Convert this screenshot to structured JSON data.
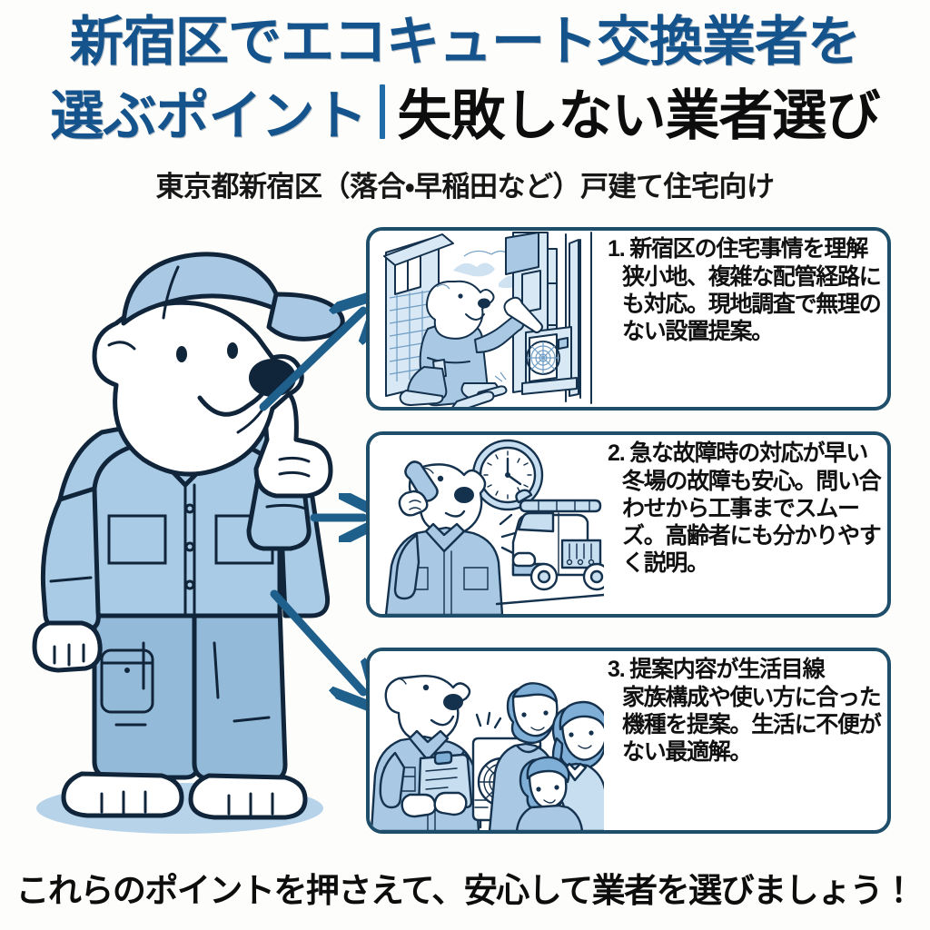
{
  "page": {
    "background_color": "#fdfdfb",
    "accent_blue": "#14538c",
    "card_border_color": "#1f4e6b",
    "arrow_color": "#1f5f8b",
    "illustration_fill": "#a8c8e4"
  },
  "header": {
    "title_line1": "新宿区でエコキュート交換業者を",
    "title_line2_left": "選ぶポイント",
    "title_divider": "|",
    "title_line2_right": "失敗しない業者選び",
    "subtitle": "東京都新宿区（落合・早稲田など）戸建て住宅向け"
  },
  "mascot": {
    "name": "polar-bear-technician",
    "description": "青い作業着とキャップを着た白クマが指を立てて指さしている",
    "cap_color": "#a8c8e4",
    "shirt_color": "#a9cbe6",
    "pants_color": "#94bada"
  },
  "arrows": [
    {
      "id": "arrow-to-card-1",
      "direction": "up-right"
    },
    {
      "id": "arrow-to-card-2",
      "direction": "right"
    },
    {
      "id": "arrow-to-card-3",
      "direction": "down-right"
    }
  ],
  "cards": [
    {
      "number": "1.",
      "heading": "新宿区の住宅事情を理解",
      "description": "狭小地、複雑な配管経路にも対応。現地調査で無理のない設置提案。",
      "illustration": "bear-technician-installing-heat-pump-in-narrow-alley"
    },
    {
      "number": "2.",
      "heading": "急な故障時の対応が早い",
      "description": "冬場の故障も安心。問い合わせから工事までスムーズ。高齢者にも分かりやすく説明。",
      "illustration": "bear-on-phone-with-clock-and-service-van"
    },
    {
      "number": "3.",
      "heading": "提案内容が生活目線",
      "description": "家族構成や使い方に合った機種を提案。生活に不便がない最適解。",
      "illustration": "bear-with-clipboard-presenting-to-family-near-heat-pump"
    }
  ],
  "footer": {
    "message": "これらのポイントを押さえて、安心して業者を選びましょう！"
  }
}
